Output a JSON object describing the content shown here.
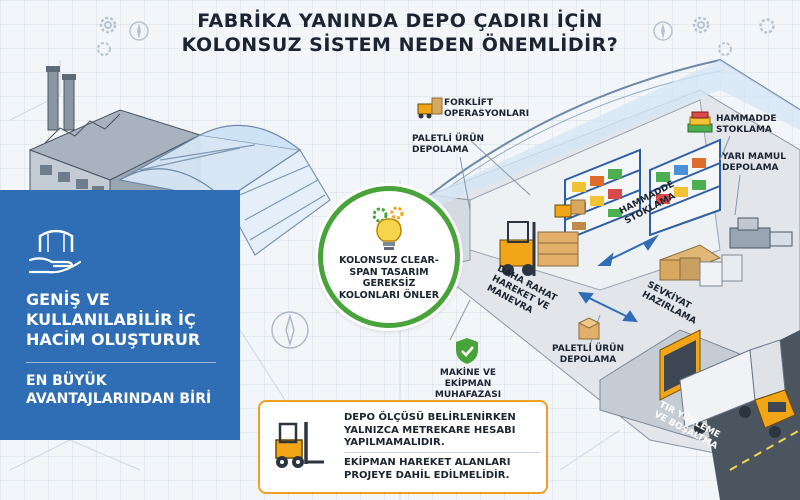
{
  "title": {
    "line1": "FABRİKA YANINDA DEPO ÇADIRI İÇİN",
    "line2": "KOLONSUZ SİSTEM NEDEN ÖNEMLİDİR?"
  },
  "left_panel": {
    "main": "GENİŞ VE KULLANILABİLİR İÇ HACİM OLUŞTURUR",
    "sub": "EN BÜYÜK AVANTAJLARINDAN BİRİ",
    "icon": "tent-in-hand-icon"
  },
  "center": {
    "text": "KOLONSUZ CLEAR-SPAN TASARIM GEREKSİZ KOLONLARI ÖNLER",
    "icon": "gear-lightbulb-icon"
  },
  "labels": {
    "forklift_ops": "FORKLİFT OPERASYONLARI",
    "paletli_top": "PALETLİ ÜRÜN DEPOLAMA",
    "hammadde_right": "HAMMADDE STOKLAMA",
    "yari_mamul": "YARI MAMUL DEPOLAMA",
    "hammadde_rack": "HAMMADDE STOKLAMA",
    "daha_rahat": "DAHA RAHAT HAREKET VE MANEVRA",
    "sevkiyat": "SEVKİYAT HAZIRLAMA",
    "makine": "MAKİNE VE EKİPMAN MUHAFAZASI",
    "paletli_bottom": "PALETLİ ÜRÜN DEPOLAMA",
    "tir": "TIR YÜKLEME VE BOŞALTMA"
  },
  "bottom_box": {
    "text1": "DEPO ÖLÇÜSÜ BELİRLENİRKEN YALNIZCA METREKARE HESABI YAPILMAMALIDIR.",
    "text2": "EKİPMAN HAREKET ALANLARI PROJEYE DAHİL EDİLMELİDİR.",
    "icon": "forklift-icon"
  },
  "colors": {
    "blue_panel": "#2f6db5",
    "green_ring": "#48a33a",
    "orange_border": "#f0a020",
    "forklift_yellow": "#f2a516"
  }
}
